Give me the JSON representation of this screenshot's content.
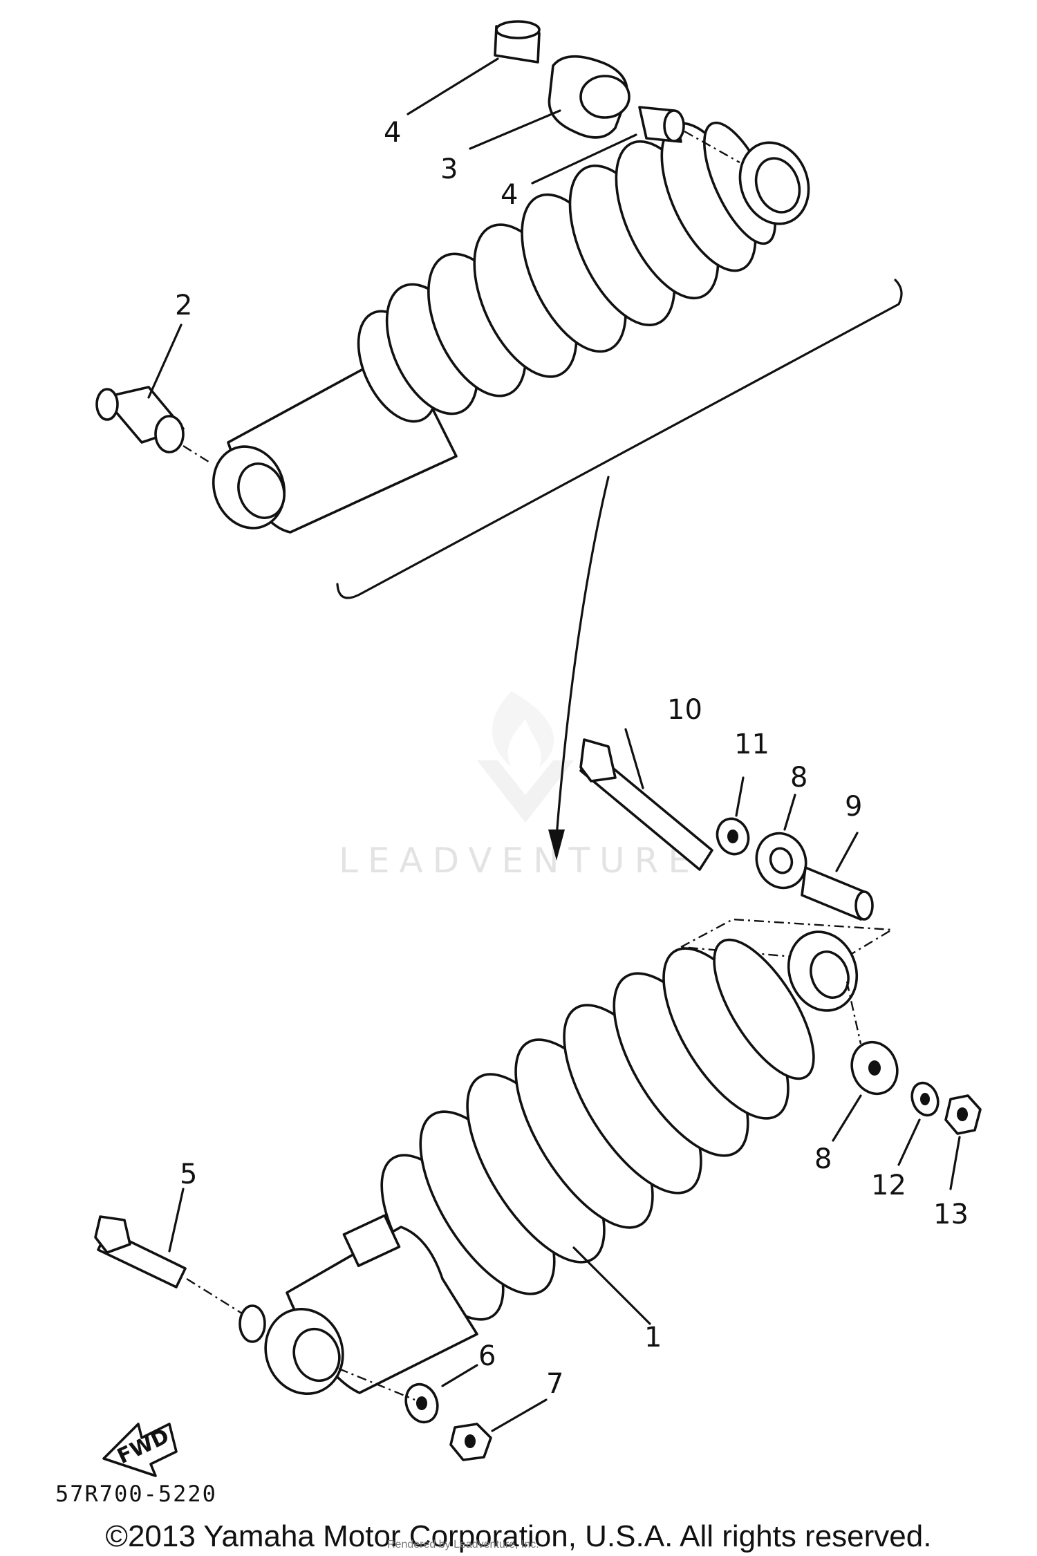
{
  "diagram": {
    "callouts": [
      "1",
      "2",
      "3",
      "4",
      "4",
      "5",
      "6",
      "7",
      "8",
      "8",
      "9",
      "10",
      "11",
      "12",
      "13"
    ],
    "diagram_code": "57R700-5220",
    "fwd_label": "FWD",
    "watermark": "LEADVENTURE"
  },
  "footer": {
    "copyright": "©2013 Yamaha Motor Corporation, U.S.A. All rights reserved.",
    "render_credit": "Rendered by Leadventure, Inc."
  }
}
